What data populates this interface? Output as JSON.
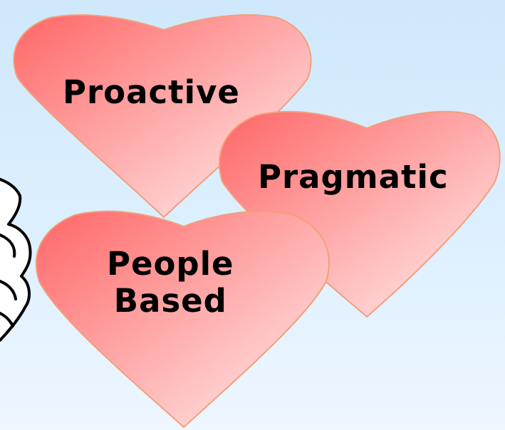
{
  "hearts": [
    {
      "label": "Proactive"
    },
    {
      "label": "Pragmatic"
    },
    {
      "label_line1": "People",
      "label_line2": "Based"
    }
  ],
  "colors": {
    "heart_fill_start": "#ff6666",
    "heart_fill_end": "#fff0f0",
    "heart_stroke": "#f2a07a",
    "background_top": "#cfe8fb",
    "background_bottom": "#eef6ff",
    "label_text": "#000000"
  },
  "decoration": {
    "icon": "thumbs-up-hand-icon"
  }
}
